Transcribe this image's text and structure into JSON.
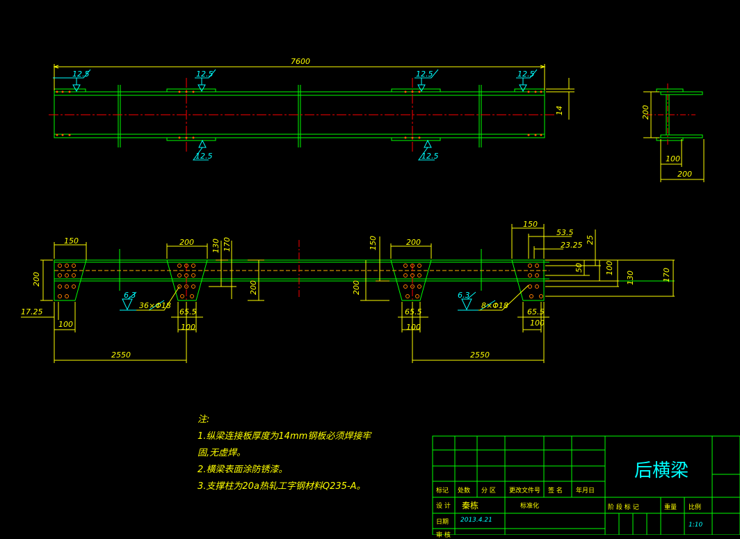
{
  "dims": {
    "top_length": "7600",
    "weld_a": "12.5",
    "weld_b": "12.5",
    "weld_c": "12.5",
    "weld_d": "12.5",
    "weld_e": "12.5",
    "weld_f": "12.5",
    "thickness": "14",
    "section_h": "200",
    "section_w100": "100",
    "section_w200": "200",
    "left_150": "150",
    "left_200h": "200",
    "left_17_25": "17.25",
    "left_100": "100",
    "mid1_200": "200",
    "mid1_130": "130",
    "mid1_170": "170",
    "mid1_200v": "200",
    "mid1_65_5": "65.5",
    "mid1_100": "100",
    "mid2_150": "150",
    "mid2_200": "200",
    "mid2_200v": "200",
    "mid2_65_5": "65.5",
    "mid2_100": "100",
    "right_150": "150",
    "right_53_5": "53.5",
    "right_23_25": "23.25",
    "right_25": "25",
    "right_50": "50",
    "right_100v": "100",
    "right_130": "130",
    "right_170": "170",
    "right_65_5": "65.5",
    "right_100": "100",
    "span_left": "2550",
    "span_right": "2550",
    "weld_63_a": "6.3",
    "weld_63_b": "6.3",
    "holes_a": "36×Φ18",
    "holes_b": "8×Φ18"
  },
  "notes": {
    "title": "注:",
    "line1a": "1.纵梁连接板厚度为14mm钢板必须焊接牢",
    "line1b": "固,无虚焊。",
    "line2": "2.横梁表面涂防锈漆。",
    "line3": "3.支撑柱为20a热轧工字钢材料Q235-A。"
  },
  "title_block": {
    "title": "后横梁",
    "h_mark": "标记",
    "h_count": "处数",
    "h_zone": "分 区",
    "h_docno": "更改文件号",
    "h_sign": "签 名",
    "h_date": "年月日",
    "r_design": "设 计",
    "r_designer": "秦栋",
    "r_std": "标准化",
    "r_date": "日期",
    "r_date_val": "2013.4.21",
    "r_review": "审 核",
    "h_stage": "阶 段 标 记",
    "h_weight": "重量",
    "h_scale": "比例",
    "scale_val": "1:10"
  },
  "colors": {
    "background": "#000000",
    "outline": "#00ff00",
    "dimension": "#ffff00",
    "centerline": "#ff0000",
    "hatch_cyan": "#00ffff",
    "hidden": "#ff8000"
  }
}
